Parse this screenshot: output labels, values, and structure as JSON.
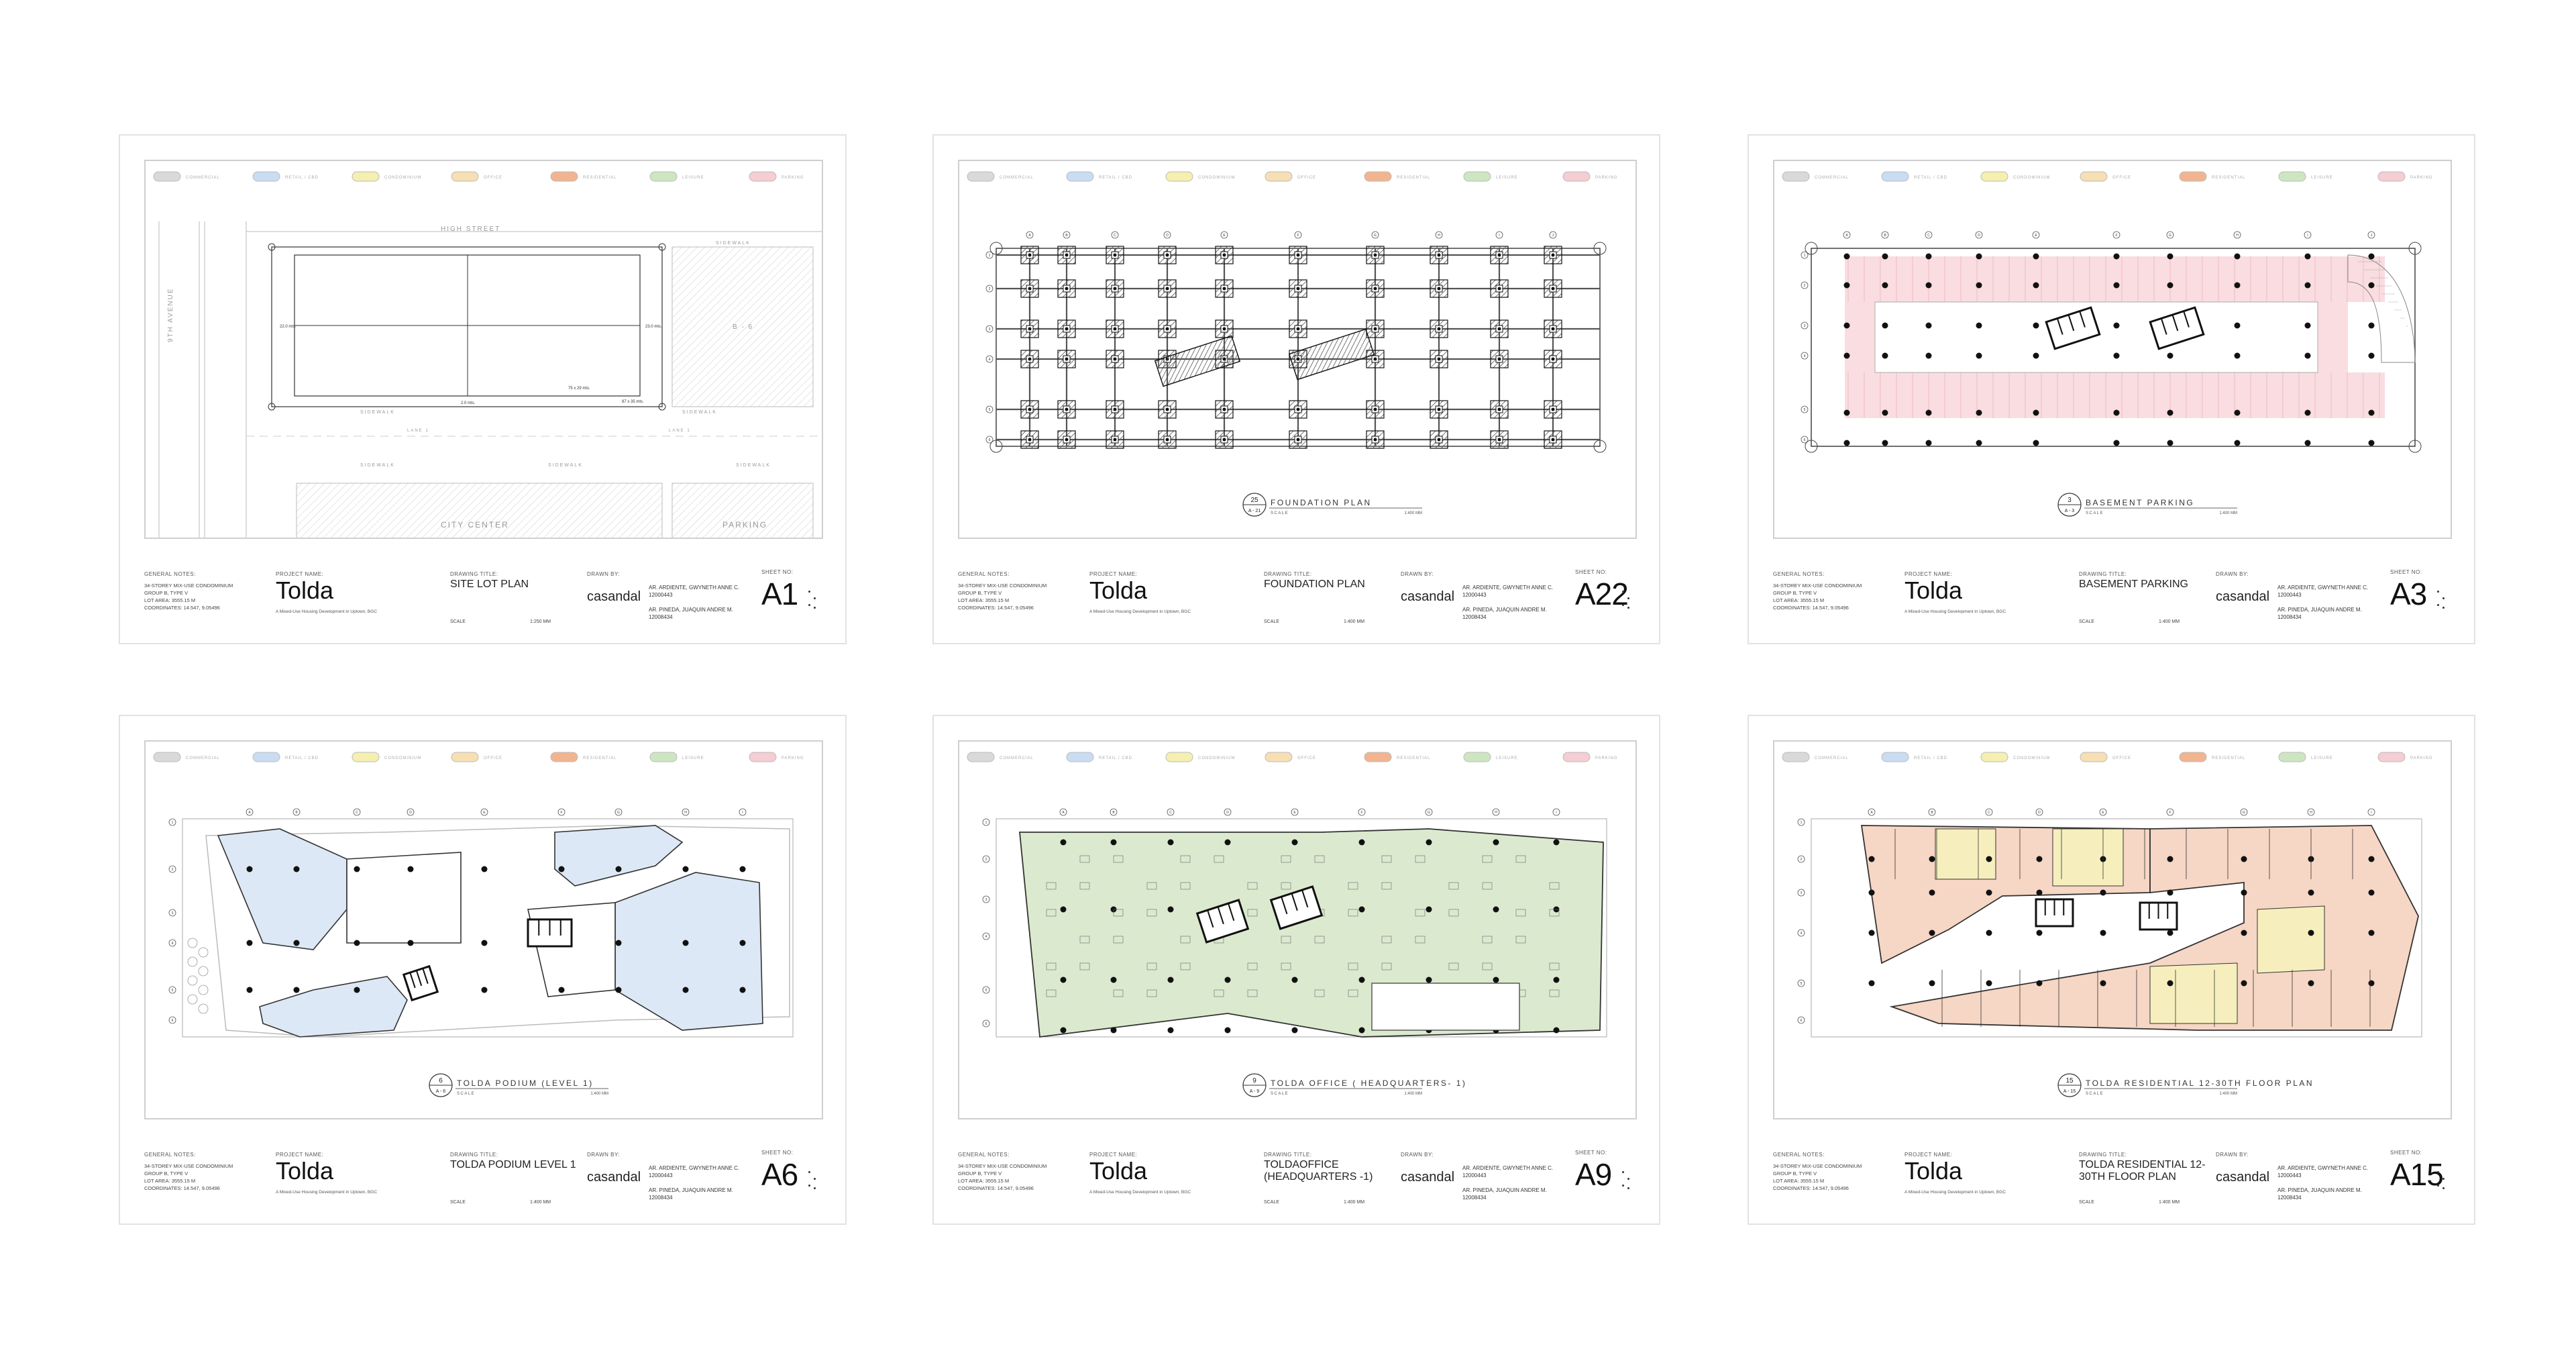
{
  "general_notes_label": "GENERAL NOTES:",
  "general_notes": "34-STOREY MIX-USE CONDOMINIUM\nGROUP B, TYPE V\nLOT AREA: 3555.15 M\nCOORDINATES: 14.547, 9.05496",
  "project_name_label": "PROJECT NAME:",
  "project_name": "Tolda",
  "project_sub": "A Mixed-Use Housing Development in Uptown, BGC",
  "drawing_title_label": "DRAWING TITLE:",
  "drawn_by_label": "DRAWN BY:",
  "brand": "casandal",
  "drawers": "AR. ARDIENTE, GWYNETH ANNE C.\n12000443\n\nAR. PINEDA, JUAQUIN ANDRE M.\n12008434",
  "sheet_no_label": "SHEET NO:",
  "scale_label": "SCALE",
  "sheets": [
    {
      "title": "SITE LOT PLAN",
      "scale": "1:250 MM",
      "sheet_no": "A1",
      "view_title": "",
      "bubble_top": "",
      "bubble_bottom": "",
      "streets": {
        "high": "HIGH STREET",
        "ninth": "9TH AVENUE",
        "sidewalk": "SIDEWALK",
        "b6": "B - 6",
        "city": "CITY CENTER",
        "parking": "PARKING",
        "lane": "LANE 1",
        "dim_a": "22.0 mts.",
        "dim_b": "23.0 mts.",
        "dim_c": "75 x 29 mts.",
        "dim_d": "87 x 35 mts.",
        "dim_e": "2.0 mts."
      }
    },
    {
      "title": "FOUNDATION PLAN",
      "scale": "1:400 MM",
      "sheet_no": "A22",
      "view_title": "FOUNDATION PLAN",
      "bubble_top": "25",
      "bubble_bottom": "A - 21",
      "scale_text": "SCALE",
      "scale_val": "1:400 MM"
    },
    {
      "title": "BASEMENT PARKING",
      "scale": "1:400 MM",
      "sheet_no": "A3",
      "view_title": "BASEMENT PARKING",
      "bubble_top": "3",
      "bubble_bottom": "A - 3",
      "scale_text": "SCALE",
      "scale_val": "1:400 MM"
    },
    {
      "title": "TOLDA PODIUM LEVEL 1",
      "scale": "1:400 MM",
      "sheet_no": "A6",
      "view_title": "TOLDA PODIUM (LEVEL 1)",
      "bubble_top": "6",
      "bubble_bottom": "A - 6",
      "scale_text": "SCALE",
      "scale_val": "1:400 MM"
    },
    {
      "title": "TOLDAOFFICE (HEADQUARTERS -1)",
      "scale": "1:400 MM",
      "sheet_no": "A9",
      "view_title": "TOLDA OFFICE ( HEADQUARTERS- 1)",
      "bubble_top": "9",
      "bubble_bottom": "A - 9",
      "scale_text": "SCALE",
      "scale_val": "1:400 MM"
    },
    {
      "title": "TOLDA RESIDENTIAL 12-30TH FLOOR PLAN",
      "scale": "1:400 MM",
      "sheet_no": "A15",
      "view_title": "TOLDA RESIDENTIAL 12-30TH FLOOR PLAN",
      "bubble_top": "15",
      "bubble_bottom": "A - 15",
      "scale_text": "SCALE",
      "scale_val": "1:400 MM"
    }
  ],
  "legend": [
    {
      "label": "COMMERCIAL",
      "color": "#d9d9d9"
    },
    {
      "label": "RETAIL / CBD",
      "color": "#c9dcf2"
    },
    {
      "label": "CONDOMINIUM",
      "color": "#f5efb0"
    },
    {
      "label": "OFFICE",
      "color": "#f7dfb4"
    },
    {
      "label": "RESIDENTIAL",
      "color": "#f2b48f"
    },
    {
      "label": "LEISURE",
      "color": "#cde6c1"
    },
    {
      "label": "PARKING",
      "color": "#f5cdd3"
    }
  ],
  "colors": {
    "retail": "#dce8f5",
    "office": "#dbeacf",
    "residential": "#f6d6c4",
    "residential_yellow": "#f6efbd",
    "parking": "#f9dde0",
    "line": "#222222"
  }
}
